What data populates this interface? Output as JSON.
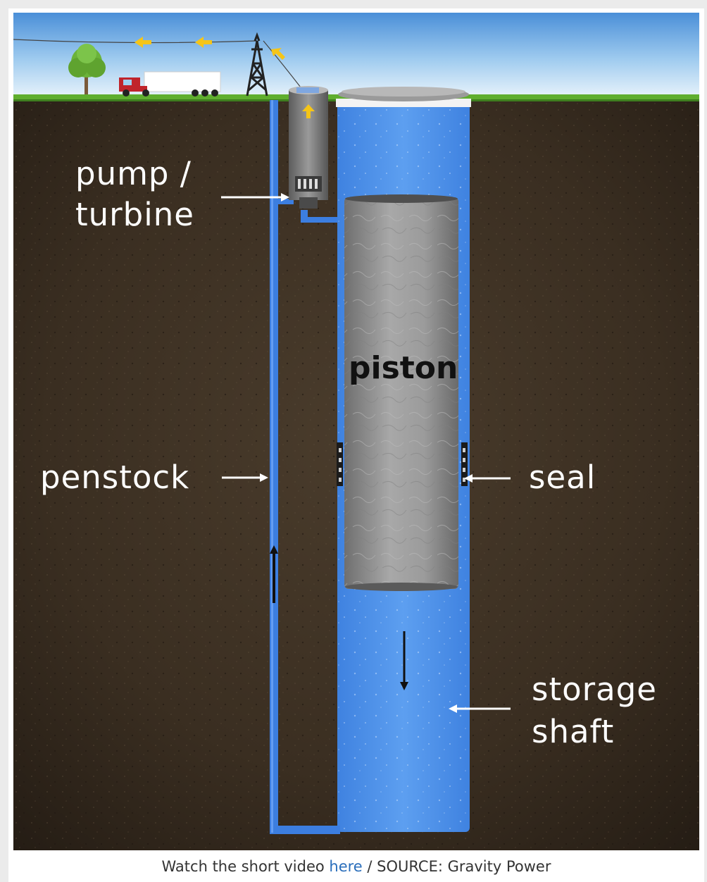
{
  "diagram": {
    "labels": {
      "pump_turbine_line1": "pump /",
      "pump_turbine_line2": "turbine",
      "penstock": "penstock",
      "piston": "piston",
      "seal": "seal",
      "storage_line1": "storage",
      "storage_line2": "shaft"
    },
    "colors": {
      "sky_top": "#4a90d9",
      "sky_bottom": "#eaf4fb",
      "grass": "#5fae2e",
      "soil": "#3b2f22",
      "water": "#4a8fe8",
      "penstock": "#3c7ee0",
      "piston": "#9a9a9a",
      "energy_arrow": "#f5c518"
    },
    "icons": [
      "tree-icon",
      "truck-icon",
      "power-tower-icon",
      "power-line-arrow-icon",
      "pump-turbine-unit-icon"
    ]
  },
  "caption": {
    "prefix": "Watch the short video ",
    "link": "here",
    "suffix": " / SOURCE: Gravity Power"
  }
}
